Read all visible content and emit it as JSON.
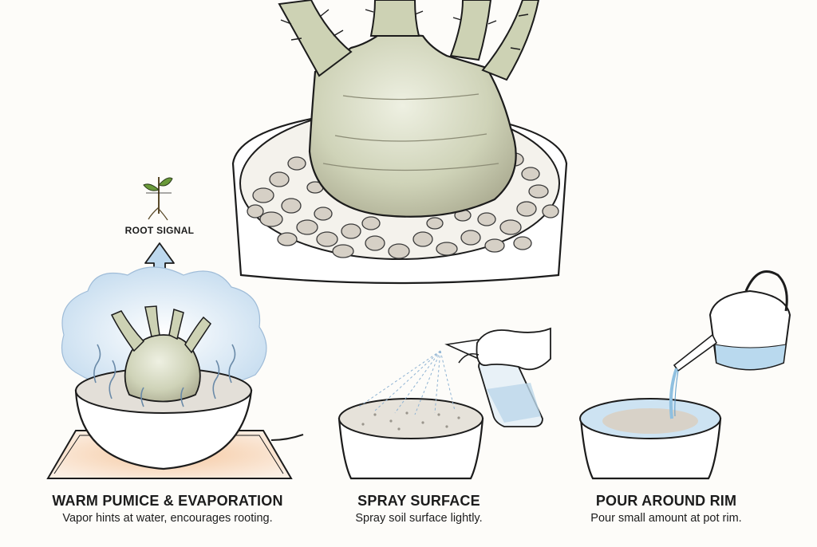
{
  "root_signal": {
    "label": "ROOT SIGNAL",
    "icon": "sprout-icon"
  },
  "steps": [
    {
      "title": "WARM PUMICE & EVAPORATION",
      "description": "Vapor hints at water, encourages rooting."
    },
    {
      "title": "SPRAY SURFACE",
      "description": "Spray soil surface lightly."
    },
    {
      "title": "POUR AROUND RIM",
      "description": "Pour small amount at pot rim."
    }
  ],
  "colors": {
    "ink": "#1c1c1c",
    "caudex": "#cfd3b8",
    "pumice": "#cfc8bd",
    "vapor": "#cfe3f2",
    "water": "#b9d9ee",
    "heat": "#f2c7a4"
  }
}
